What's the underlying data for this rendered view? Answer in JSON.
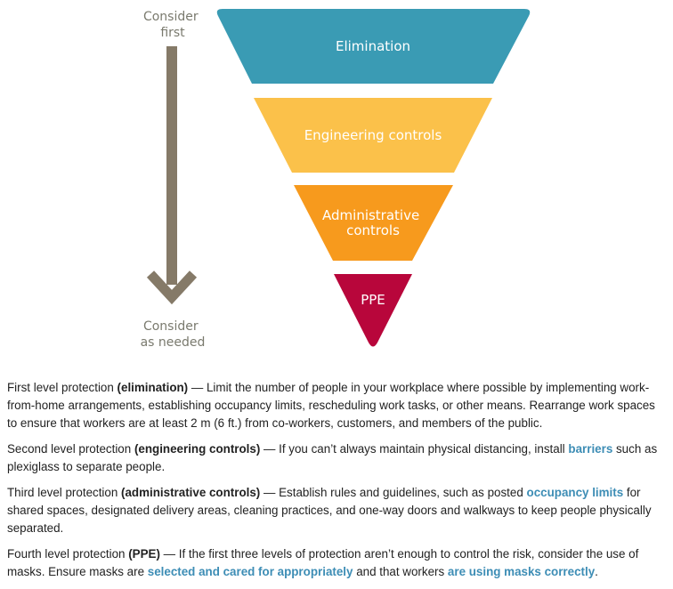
{
  "arrow": {
    "top_label": [
      "Consider",
      "first"
    ],
    "bottom_label": [
      "Consider",
      "as needed"
    ],
    "color": "#857a68"
  },
  "tiers": [
    {
      "lines": [
        "Elimination"
      ],
      "color": "#3a9bb4"
    },
    {
      "lines": [
        "Engineering controls"
      ],
      "color": "#fbc14a"
    },
    {
      "lines": [
        "Administrative",
        "controls"
      ],
      "color": "#f79a1d"
    },
    {
      "lines": [
        "PPE"
      ],
      "color": "#b8063b"
    }
  ],
  "paragraphs": [
    {
      "segments": [
        {
          "t": "text",
          "v": "First level protection "
        },
        {
          "t": "term",
          "v": "(elimination)"
        },
        {
          "t": "text",
          "v": " — Limit the number of people in your workplace where possible by implementing work-from-home arrangements, establishing occupancy limits, rescheduling work tasks, or other means. Rearrange work spaces to ensure that workers are at least 2 m (6 ft.) from co-workers, customers, and members of the public."
        }
      ]
    },
    {
      "segments": [
        {
          "t": "text",
          "v": "Second level protection "
        },
        {
          "t": "term",
          "v": "(engineering controls)"
        },
        {
          "t": "text",
          "v": " — If you can’t always maintain physical distancing, install "
        },
        {
          "t": "link",
          "v": "barriers"
        },
        {
          "t": "text",
          "v": " such as plexiglass to separate people."
        }
      ]
    },
    {
      "segments": [
        {
          "t": "text",
          "v": "Third level protection "
        },
        {
          "t": "term",
          "v": "(administrative controls)"
        },
        {
          "t": "text",
          "v": " — Establish rules and guidelines, such as posted "
        },
        {
          "t": "link",
          "v": "occupancy limits"
        },
        {
          "t": "text",
          "v": " for shared spaces, designated delivery areas, cleaning practices, and one-way doors and walkways to keep people physically separated."
        }
      ]
    },
    {
      "segments": [
        {
          "t": "text",
          "v": "Fourth level protection "
        },
        {
          "t": "term",
          "v": "(PPE)"
        },
        {
          "t": "text",
          "v": " — If the first three levels of protection aren’t enough to control the risk, consider the use of masks. Ensure masks are "
        },
        {
          "t": "link",
          "v": "selected and cared for appropriately"
        },
        {
          "t": "text",
          "v": " and that workers "
        },
        {
          "t": "link",
          "v": "are using masks correctly"
        },
        {
          "t": "text",
          "v": "."
        }
      ]
    }
  ]
}
